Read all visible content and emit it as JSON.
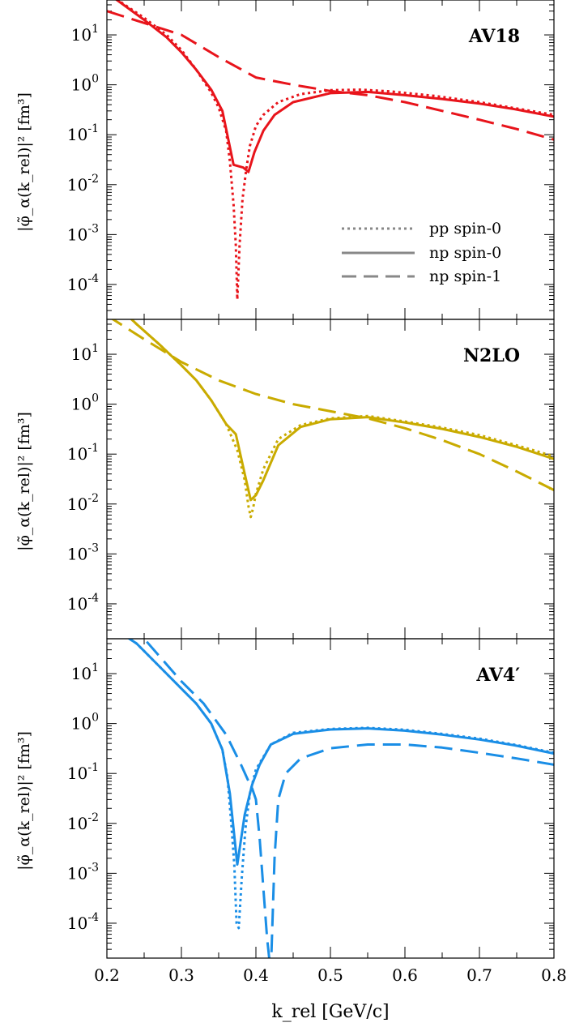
{
  "chart_data": [
    {
      "type": "line",
      "title": "AV18",
      "ylabel": "|φ̃_α(k_rel)|² [fm³]",
      "yscale": "log",
      "ylim": [
        2e-05,
        50
      ],
      "xlim": [
        0.2,
        0.8
      ],
      "yticks": [
        "10^1",
        "10^0",
        "10^-1",
        "10^-2",
        "10^-3",
        "10^-4"
      ],
      "color": "#e8141b",
      "legend": {
        "position": "right-middle",
        "entries": [
          {
            "style": "dotted",
            "label": "pp spin-0"
          },
          {
            "style": "solid",
            "label": "np spin-0"
          },
          {
            "style": "dashed",
            "label": "np spin-1"
          }
        ]
      },
      "series": [
        {
          "style": "dotted",
          "x": [
            0.2,
            0.25,
            0.28,
            0.3,
            0.32,
            0.34,
            0.35,
            0.36,
            0.365,
            0.37,
            0.373,
            0.375,
            0.378,
            0.382,
            0.387,
            0.392,
            0.4,
            0.41,
            0.43,
            0.46,
            0.5,
            0.54,
            0.58,
            0.64,
            0.7,
            0.8
          ],
          "y": [
            70,
            22,
            10,
            5,
            2,
            0.7,
            0.35,
            0.12,
            0.03,
            0.004,
            0.0006,
            5e-05,
            0.0006,
            0.005,
            0.02,
            0.06,
            0.15,
            0.25,
            0.45,
            0.65,
            0.78,
            0.8,
            0.74,
            0.6,
            0.45,
            0.25
          ]
        },
        {
          "style": "solid",
          "x": [
            0.2,
            0.25,
            0.28,
            0.3,
            0.32,
            0.34,
            0.355,
            0.37,
            0.383,
            0.39,
            0.398,
            0.41,
            0.425,
            0.45,
            0.5,
            0.55,
            0.6,
            0.65,
            0.7,
            0.75,
            0.8
          ],
          "y": [
            70,
            20,
            9,
            4.5,
            2,
            0.8,
            0.3,
            0.025,
            0.022,
            0.018,
            0.045,
            0.12,
            0.25,
            0.45,
            0.68,
            0.72,
            0.62,
            0.52,
            0.42,
            0.32,
            0.23
          ]
        },
        {
          "style": "dashed",
          "x": [
            0.2,
            0.3,
            0.35,
            0.4,
            0.45,
            0.5,
            0.55,
            0.6,
            0.65,
            0.7,
            0.75,
            0.8
          ],
          "y": [
            30,
            10,
            3.6,
            1.4,
            1.0,
            0.75,
            0.62,
            0.45,
            0.3,
            0.2,
            0.13,
            0.08
          ]
        }
      ]
    },
    {
      "type": "line",
      "title": "N2LO",
      "ylabel": "|φ̃_α(k_rel)|² [fm³]",
      "yscale": "log",
      "ylim": [
        2e-05,
        50
      ],
      "xlim": [
        0.2,
        0.8
      ],
      "yticks": [
        "10^1",
        "10^0",
        "10^-1",
        "10^-2",
        "10^-3",
        "10^-4"
      ],
      "color": "#c9ab00",
      "series": [
        {
          "style": "dotted",
          "x": [
            0.2,
            0.24,
            0.27,
            0.3,
            0.32,
            0.34,
            0.36,
            0.375,
            0.385,
            0.39,
            0.393,
            0.396,
            0.4,
            0.41,
            0.43,
            0.46,
            0.5,
            0.55,
            0.6,
            0.65,
            0.7,
            0.75,
            0.8
          ],
          "y": [
            150,
            40,
            16,
            6,
            3,
            1.2,
            0.4,
            0.12,
            0.03,
            0.009,
            0.0055,
            0.008,
            0.016,
            0.05,
            0.2,
            0.38,
            0.52,
            0.58,
            0.45,
            0.34,
            0.24,
            0.15,
            0.09
          ]
        },
        {
          "style": "solid",
          "x": [
            0.2,
            0.24,
            0.27,
            0.3,
            0.32,
            0.34,
            0.36,
            0.373,
            0.385,
            0.393,
            0.4,
            0.41,
            0.43,
            0.46,
            0.5,
            0.55,
            0.6,
            0.65,
            0.7,
            0.75,
            0.8
          ],
          "y": [
            150,
            40,
            16,
            6,
            3,
            1.2,
            0.4,
            0.25,
            0.04,
            0.012,
            0.015,
            0.03,
            0.15,
            0.35,
            0.5,
            0.55,
            0.43,
            0.32,
            0.22,
            0.14,
            0.08
          ]
        },
        {
          "style": "dashed",
          "x": [
            0.2,
            0.25,
            0.3,
            0.35,
            0.4,
            0.45,
            0.5,
            0.55,
            0.6,
            0.65,
            0.7,
            0.75,
            0.8
          ],
          "y": [
            60,
            20,
            7,
            3,
            1.6,
            1.0,
            0.72,
            0.52,
            0.33,
            0.19,
            0.1,
            0.045,
            0.019
          ]
        }
      ]
    },
    {
      "type": "line",
      "title": "AV4′",
      "ylabel": "|φ̃_α(k_rel)|² [fm³]",
      "xlabel": "k_rel [GeV/c]",
      "yscale": "log",
      "ylim": [
        2e-05,
        50
      ],
      "xlim": [
        0.2,
        0.8
      ],
      "xticks": [
        "0.2",
        "0.3",
        "0.4",
        "0.5",
        "0.6",
        "0.7",
        "0.8"
      ],
      "yticks": [
        "10^1",
        "10^0",
        "10^-1",
        "10^-2",
        "10^-3",
        "10^-4"
      ],
      "color": "#1a8ee6",
      "series": [
        {
          "style": "dotted",
          "x": [
            0.2,
            0.24,
            0.28,
            0.3,
            0.32,
            0.34,
            0.355,
            0.362,
            0.367,
            0.371,
            0.374,
            0.377,
            0.381,
            0.386,
            0.392,
            0.4,
            0.42,
            0.45,
            0.5,
            0.55,
            0.6,
            0.65,
            0.7,
            0.75,
            0.8
          ],
          "y": [
            100,
            40,
            10,
            5,
            2.5,
            1,
            0.3,
            0.08,
            0.01,
            0.0015,
            0.0001,
            8e-05,
            0.0008,
            0.008,
            0.04,
            0.12,
            0.38,
            0.65,
            0.78,
            0.82,
            0.75,
            0.62,
            0.5,
            0.37,
            0.26
          ]
        },
        {
          "style": "solid",
          "x": [
            0.2,
            0.24,
            0.28,
            0.3,
            0.32,
            0.34,
            0.355,
            0.365,
            0.375,
            0.385,
            0.395,
            0.405,
            0.42,
            0.45,
            0.5,
            0.55,
            0.6,
            0.65,
            0.7,
            0.75,
            0.8
          ],
          "y": [
            100,
            40,
            10,
            5,
            2.5,
            1,
            0.3,
            0.04,
            0.0015,
            0.015,
            0.06,
            0.15,
            0.38,
            0.62,
            0.76,
            0.8,
            0.72,
            0.6,
            0.48,
            0.36,
            0.25
          ]
        },
        {
          "style": "dashed",
          "x": [
            0.2,
            0.25,
            0.3,
            0.33,
            0.36,
            0.38,
            0.39,
            0.395,
            0.4,
            0.405,
            0.41,
            0.415,
            0.42,
            0.425,
            0.43,
            0.44,
            0.46,
            0.5,
            0.55,
            0.6,
            0.65,
            0.7,
            0.75,
            0.8
          ],
          "y": [
            200,
            50,
            7,
            2.5,
            0.6,
            0.15,
            0.07,
            0.05,
            0.03,
            0.005,
            0.0005,
            5e-05,
            1e-05,
            0.002,
            0.03,
            0.1,
            0.2,
            0.32,
            0.38,
            0.38,
            0.33,
            0.26,
            0.2,
            0.15
          ]
        }
      ]
    }
  ]
}
